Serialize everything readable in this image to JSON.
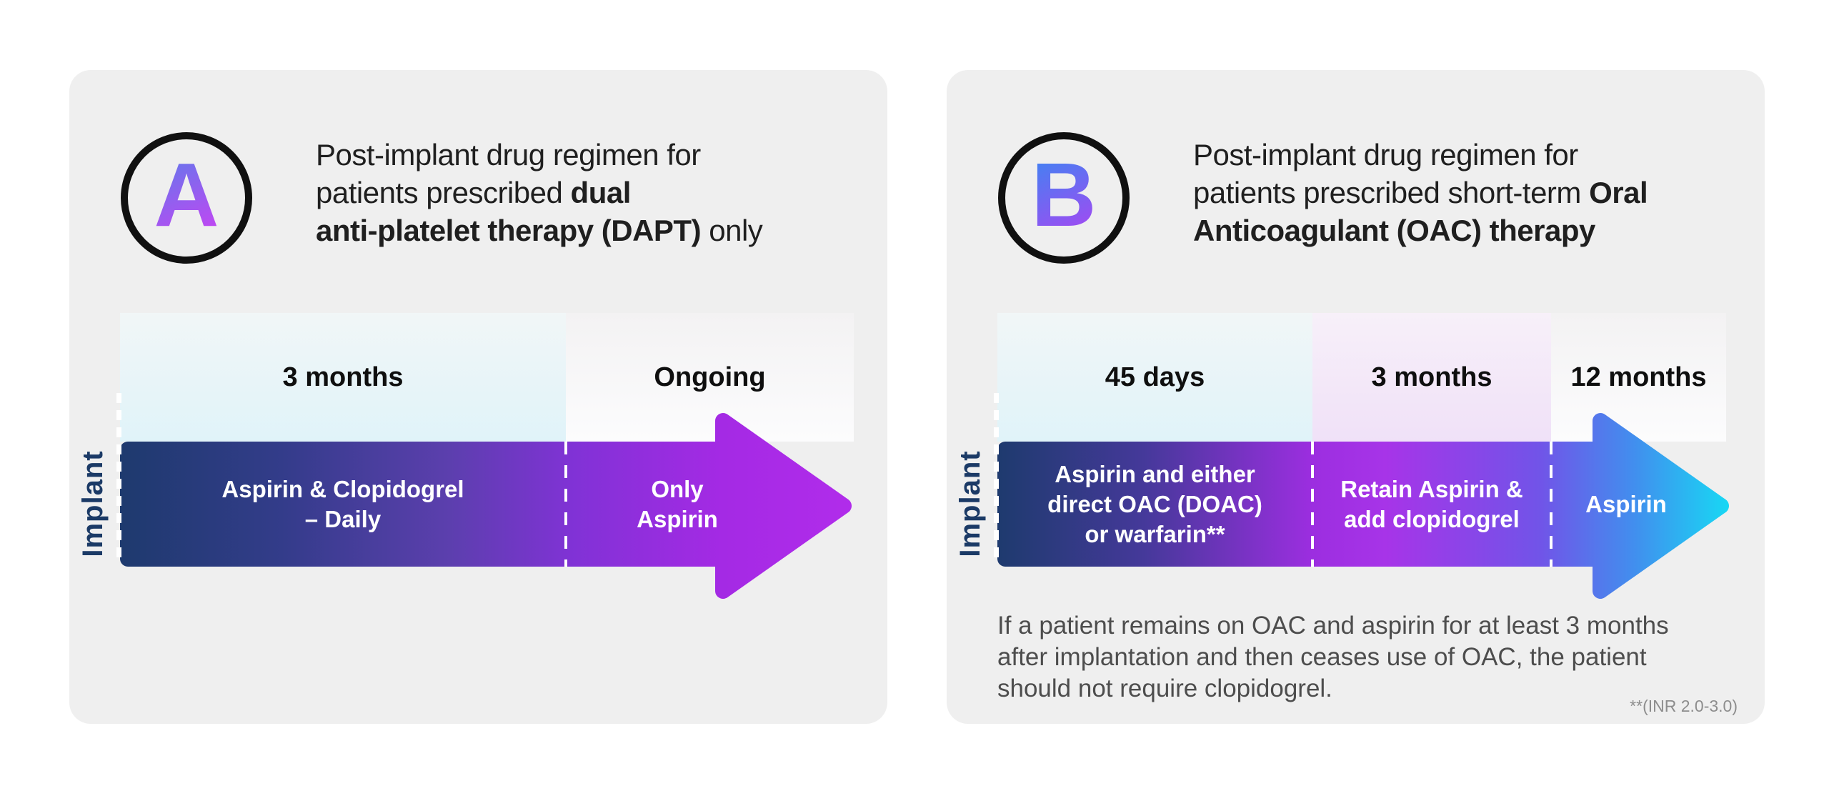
{
  "panel_a": {
    "badge": "A",
    "header": {
      "line1": "Post-implant drug regimen for",
      "line2_normal": "patients prescribed ",
      "line2_bold": "dual",
      "line3_bold": "anti-platelet therapy (DAPT)",
      "line3_normal": " only"
    },
    "implant_label": "Implant",
    "durations": [
      "3 months",
      "Ongoing"
    ],
    "segments": [
      {
        "line1": "Aspirin & Clopidogrel",
        "line2": "– Daily"
      },
      {
        "line1": "Only",
        "line2": "Aspirin"
      }
    ]
  },
  "panel_b": {
    "badge": "B",
    "header": {
      "line1": "Post-implant drug regimen for",
      "line2_normal": "patients prescribed short-term ",
      "line2_bold": "Oral",
      "line3_bold": "Anticoagulant (OAC) therapy",
      "line3_normal": ""
    },
    "implant_label": "Implant",
    "durations": [
      "45 days",
      "3 months",
      "12 months"
    ],
    "segments": [
      {
        "line1": "Aspirin and either",
        "line2": "direct OAC (DOAC)",
        "line3": "or warfarin**"
      },
      {
        "line1": "Retain Aspirin &",
        "line2": "add clopidogrel"
      },
      {
        "line1": "Aspirin"
      }
    ],
    "footnote_lines": [
      "If a patient remains on OAC and aspirin for at least 3 months",
      "after implantation and then ceases use of OAC, the patient",
      "should not require clopidogrel."
    ],
    "inr_note": "**(INR 2.0-3.0)"
  },
  "colors": {
    "card_bg": "#efefef",
    "arrow_navy": "#1e3a6e",
    "arrow_magenta": "#b02ce9",
    "arrow_cyan_tip": "#17d9f4",
    "implant_text": "#1b3a66",
    "duration_text": "#0f0f0f",
    "segment_text": "#ffffff",
    "footnote_text": "#4d4d4d",
    "inr_text": "#8d8d8d",
    "badge_a_gradient": [
      "#6b74ec",
      "#bb4af2"
    ],
    "badge_b_gradient": [
      "#4a7df2",
      "#9d4df2"
    ],
    "block_cyan": "#e0f3f9",
    "block_pink": "#f0e1f8",
    "block_white": "#fcfcfd"
  }
}
